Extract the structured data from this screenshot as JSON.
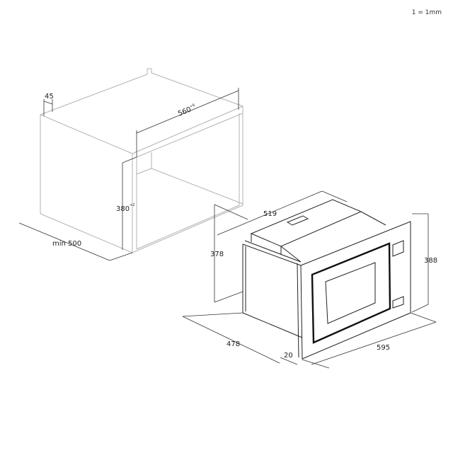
{
  "scale_note": "1 = 1mm",
  "cabinet": {
    "top_thickness": "45",
    "inner_width": "560",
    "inner_width_tolerance": "+8",
    "inner_height": "380",
    "inner_height_tolerance": "+2",
    "depth": "min 500"
  },
  "appliance": {
    "body_width": "519",
    "body_height": "378",
    "front_height": "388",
    "front_width": "595",
    "body_depth": "478",
    "frame_depth": "20"
  }
}
